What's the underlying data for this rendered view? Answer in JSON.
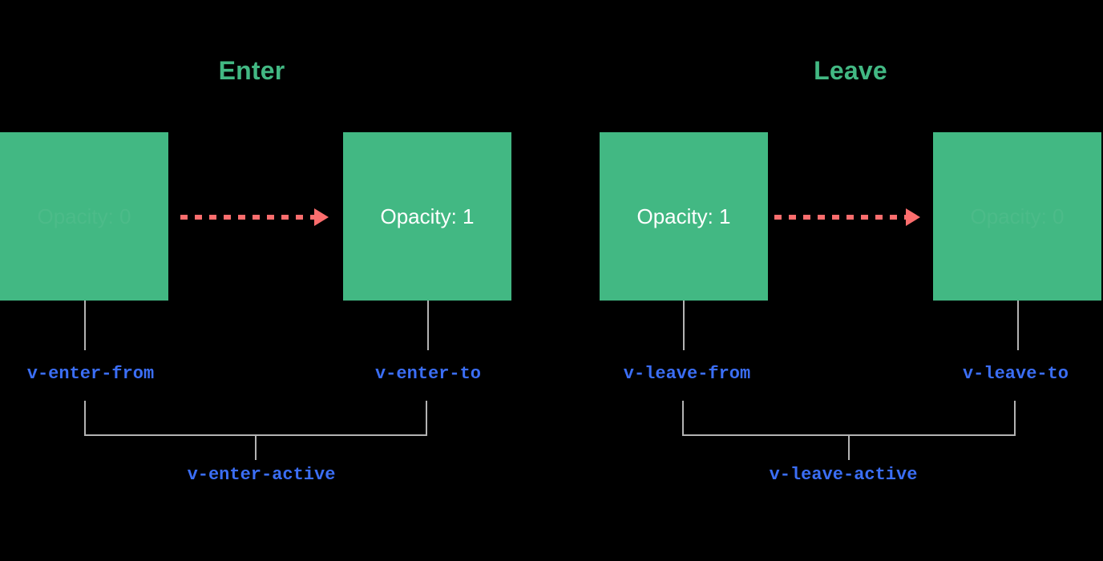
{
  "diagram": {
    "title_enter": "Enter",
    "title_leave": "Leave",
    "accent_green": "#42b883",
    "arrow_color": "#fc6d6d",
    "label_blue": "#3b6ef5",
    "connector_gray": "#b3b3b3",
    "background": "#000000"
  },
  "boxes": [
    {
      "id": "box-1",
      "text": "Opacity: 0",
      "faded": true,
      "state_label": "v-enter-from"
    },
    {
      "id": "box-2",
      "text": "Opacity: 1",
      "faded": false,
      "state_label": "v-enter-to"
    },
    {
      "id": "box-3",
      "text": "Opacity: 1",
      "faded": false,
      "state_label": "v-leave-from"
    },
    {
      "id": "box-4",
      "text": "Opacity: 0",
      "faded": true,
      "state_label": "v-leave-to"
    }
  ],
  "phases": [
    {
      "name": "enter",
      "title": "Enter",
      "active_label": "v-enter-active"
    },
    {
      "name": "leave",
      "title": "Leave",
      "active_label": "v-leave-active"
    }
  ]
}
